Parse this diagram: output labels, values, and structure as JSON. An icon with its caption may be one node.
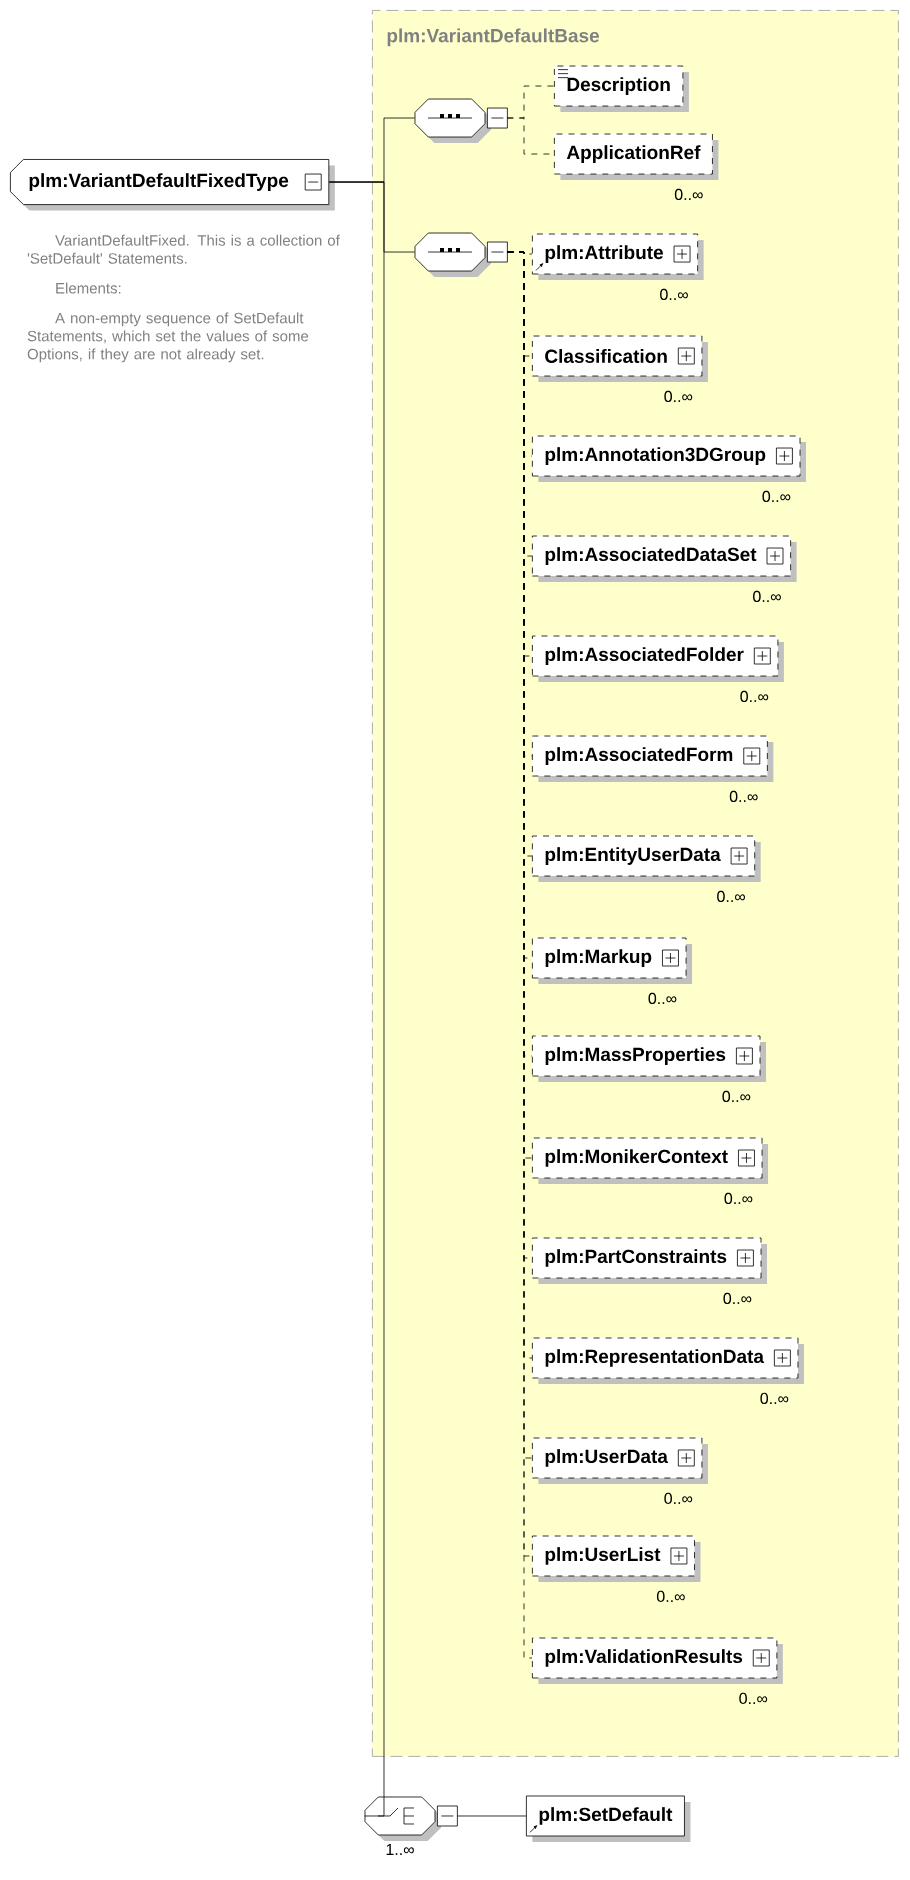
{
  "diagram": {
    "nodes": [
      {
        "text": [
          "plm:VariantDefaultFixedType"
        ],
        "beside": [
          "VariantDefaultFixed. This is a collection of 'SetDefault' Statements.",
          "Elements:",
          "A non-empty sequence of SetDefault Statements, which set the values of some Options, if they are not already set."
        ]
      },
      {
        "text": [
          "plm:VariantDefaultBase"
        ]
      },
      {
        "text": [],
        "shape": "octagon",
        "in": 1
      },
      {
        "text": [
          "Description"
        ],
        "in": 1
      },
      {
        "text": [
          "ApplicationRef"
        ],
        "in": 1,
        "beside": [
          "0..∞"
        ]
      },
      {
        "text": [],
        "shape": "octagon",
        "in": 1
      },
      {
        "text": [
          "plm:Attribute"
        ],
        "in": 1,
        "beside": [
          "0..∞"
        ]
      },
      {
        "text": [
          "Classification"
        ],
        "in": 1,
        "beside": [
          "0..∞"
        ]
      },
      {
        "text": [
          "plm:Annotation3DGroup"
        ],
        "in": 1,
        "beside": [
          "0..∞"
        ]
      },
      {
        "text": [
          "plm:AssociatedDataSet"
        ],
        "in": 1,
        "beside": [
          "0..∞"
        ]
      },
      {
        "text": [
          "plm:AssociatedFolder"
        ],
        "in": 1,
        "beside": [
          "0..∞"
        ]
      },
      {
        "text": [
          "plm:AssociatedForm"
        ],
        "in": 1,
        "beside": [
          "0..∞"
        ]
      },
      {
        "text": [
          "plm:EntityUserData"
        ],
        "in": 1,
        "beside": [
          "0..∞"
        ]
      },
      {
        "text": [
          "plm:Markup"
        ],
        "in": 1,
        "beside": [
          "0..∞"
        ]
      },
      {
        "text": [
          "plm:MassProperties"
        ],
        "in": 1,
        "beside": [
          "0..∞"
        ]
      },
      {
        "text": [
          "plm:MonikerContext"
        ],
        "in": 1,
        "beside": [
          "0..∞"
        ]
      },
      {
        "text": [
          "plm:PartConstraints"
        ],
        "in": 1,
        "beside": [
          "0..∞"
        ]
      },
      {
        "text": [
          "plm:RepresentationData"
        ],
        "in": 1,
        "beside": [
          "0..∞"
        ]
      },
      {
        "text": [
          "plm:UserData"
        ],
        "in": 1,
        "beside": [
          "0..∞"
        ]
      },
      {
        "text": [
          "plm:UserList"
        ],
        "in": 1,
        "beside": [
          "0..∞"
        ]
      },
      {
        "text": [
          "plm:ValidationResults"
        ],
        "in": 1,
        "beside": [
          "0..∞"
        ]
      },
      {
        "text": [],
        "shape": "octagon",
        "beside": [
          "1..∞"
        ]
      },
      {
        "text": [
          "plm:SetDefault"
        ]
      }
    ],
    "edges": [
      {
        "from": 0,
        "to": 2,
        "arrow": "none"
      },
      {
        "from": 0,
        "to": 5,
        "arrow": "none"
      },
      {
        "from": 0,
        "to": 21,
        "arrow": "none"
      },
      {
        "from": 2,
        "to": 3,
        "arrow": "none",
        "style": "dashed"
      },
      {
        "from": 2,
        "to": 4,
        "arrow": "none",
        "style": "dashed"
      },
      {
        "from": 5,
        "to": 6,
        "arrow": "none",
        "style": "dashed"
      },
      {
        "from": 5,
        "to": 7,
        "arrow": "none",
        "style": "dashed"
      },
      {
        "from": 5,
        "to": 8,
        "arrow": "none",
        "style": "dashed"
      },
      {
        "from": 5,
        "to": 9,
        "arrow": "none",
        "style": "dashed"
      },
      {
        "from": 5,
        "to": 10,
        "arrow": "none",
        "style": "dashed"
      },
      {
        "from": 5,
        "to": 11,
        "arrow": "none",
        "style": "dashed"
      },
      {
        "from": 5,
        "to": 12,
        "arrow": "none",
        "style": "dashed"
      },
      {
        "from": 5,
        "to": 13,
        "arrow": "none",
        "style": "dashed"
      },
      {
        "from": 5,
        "to": 14,
        "arrow": "none",
        "style": "dashed"
      },
      {
        "from": 5,
        "to": 15,
        "arrow": "none",
        "style": "dashed"
      },
      {
        "from": 5,
        "to": 16,
        "arrow": "none",
        "style": "dashed"
      },
      {
        "from": 5,
        "to": 17,
        "arrow": "none",
        "style": "dashed"
      },
      {
        "from": 5,
        "to": 18,
        "arrow": "none",
        "style": "dashed"
      },
      {
        "from": 5,
        "to": 19,
        "arrow": "none",
        "style": "dashed"
      },
      {
        "from": 5,
        "to": 20,
        "arrow": "none",
        "style": "dashed"
      },
      {
        "from": 21,
        "to": 22,
        "arrow": "none"
      }
    ]
  }
}
